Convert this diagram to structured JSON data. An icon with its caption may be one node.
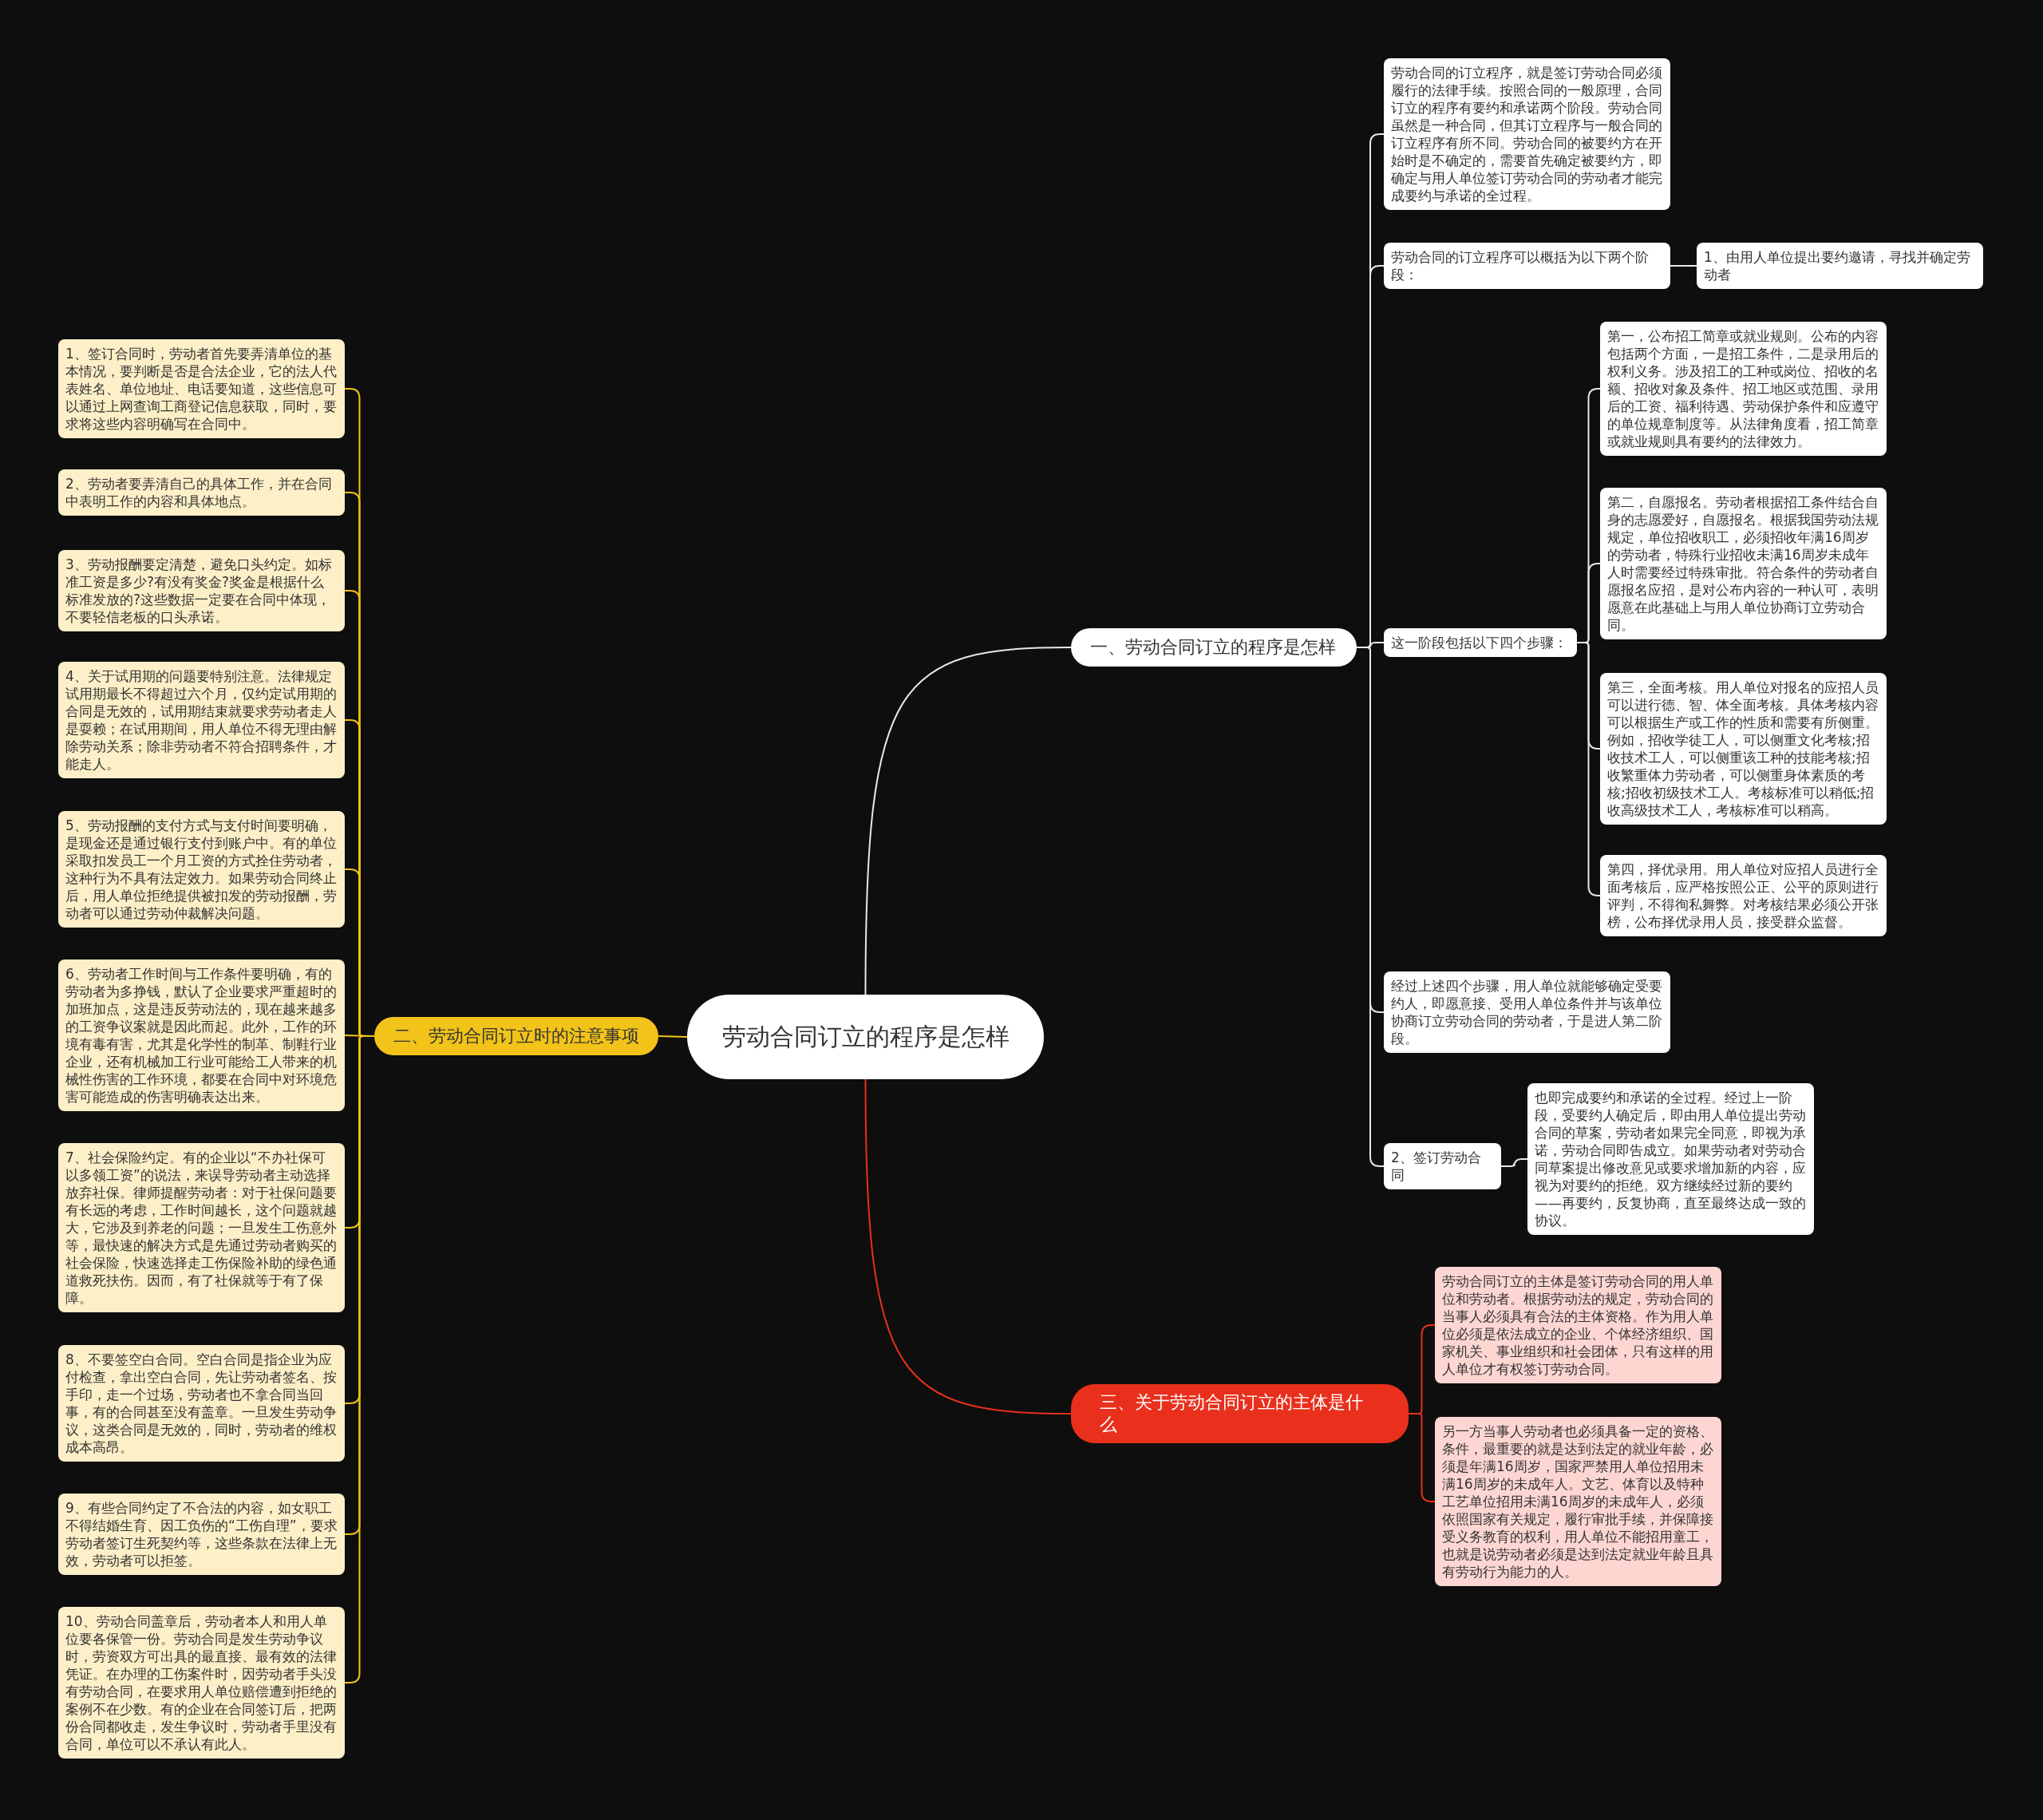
{
  "diagram": {
    "nodes": [
      {
        "text": [
          "劳动合同订立的程序是怎样"
        ]
      },
      {
        "text": [
          "一、劳动合同订立的程序是怎样"
        ]
      },
      {
        "text": [
          "二、劳动合同订立时的注意事项"
        ]
      },
      {
        "text": [
          "三、关于劳动合同订立的主体是什么"
        ]
      },
      {
        "text": [
          "劳动合同的订立程序，就是签订劳动合同必须履行的法律手续。按照合同的一般原理，合同订立的程序有要约和承诺两个阶段。劳动合同虽然是一种合同，但其订立程序与一般合同的订立程序有所不同。劳动合同的被要约方在开始时是不确定的，需要首先确定被要约方，即确定与用人单位签订劳动合同的劳动者才能完成要约与承诺的全过程。"
        ]
      },
      {
        "text": [
          "劳动合同的订立程序可以概括为以下两个阶段："
        ]
      },
      {
        "text": [
          "1、由用人单位提出要约邀请，寻找并确定劳动者"
        ]
      },
      {
        "text": [
          "这一阶段包括以下四个步骤："
        ]
      },
      {
        "text": [
          "第一，公布招工简章或就业规则。公布的内容包括两个方面，一是招工条件，二是录用后的权利义务。涉及招工的工种或岗位、招收的名额、招收对象及条件、招工地区或范围、录用后的工资、福利待遇、劳动保护条件和应遵守的单位规章制度等。从法律角度看，招工简章或就业规则具有要约的法律效力。"
        ]
      },
      {
        "text": [
          "第二，自愿报名。劳动者根据招工条件结合自身的志愿爱好，自愿报名。根据我国劳动法规规定，单位招收职工，必须招收年满16周岁的劳动者，特殊行业招收未满16周岁未成年人时需要经过特殊审批。符合条件的劳动者自愿报名应招，是对公布内容的一种认可，表明愿意在此基础上与用人单位协商订立劳动合同。"
        ]
      },
      {
        "text": [
          "第三，全面考核。用人单位对报名的应招人员可以进行德、智、体全面考核。具体考核内容可以根据生产或工作的性质和需要有所侧重。例如，招收学徒工人，可以侧重文化考核;招收技术工人，可以侧重该工种的技能考核;招收繁重体力劳动者，可以侧重身体素质的考核;招收初级技术工人。考核标准可以稍低;招收高级技术工人，考核标准可以稍高。"
        ]
      },
      {
        "text": [
          "第四，择优录用。用人单位对应招人员进行全面考核后，应严格按照公正、公平的原则进行评判，不得徇私舞弊。对考核结果必须公开张榜，公布择优录用人员，接受群众监督。"
        ]
      },
      {
        "text": [
          "经过上述四个步骤，用人单位就能够确定受要约人，即愿意接、受用人单位条件并与该单位协商订立劳动合同的劳动者，于是进人第二阶段。"
        ]
      },
      {
        "text": [
          "2、签订劳动合同"
        ]
      },
      {
        "text": [
          "也即完成要约和承诺的全过程。经过上一阶段，受要约人确定后，即由用人单位提出劳动合同的草案，劳动者如果完全同意，即视为承诺，劳动合同即告成立。如果劳动者对劳动合同草案提出修改意见或要求增加新的内容，应视为对要约的拒绝。双方继续经过新的要约——再要约，反复协商，直至最终达成一致的协议。"
        ]
      },
      {
        "text": [
          "劳动合同订立的主体是签订劳动合同的用人单位和劳动者。根据劳动法的规定，劳动合同的当事人必须具有合法的主体资格。作为用人单位必须是依法成立的企业、个体经济组织、国家机关、事业组织和社会团体，只有这样的用人单位才有权签订劳动合同。"
        ]
      },
      {
        "text": [
          "另一方当事人劳动者也必须具备一定的资格、条件，最重要的就是达到法定的就业年龄，必须是年满16周岁，国家严禁用人单位招用未满16周岁的未成年人。文艺、体育以及特种工艺单位招用未满16周岁的未成年人，必须依照国家有关规定，履行审批手续，并保障接受义务教育的权利，用人单位不能招用童工，也就是说劳动者必须是达到法定就业年龄且具有劳动行为能力的人。"
        ]
      },
      {
        "text": [
          "1、签订合同时，劳动者首先要弄清单位的基本情况，要判断是否是合法企业，它的法人代表姓名、单位地址、电话要知道，这些信息可以通过上网查询工商登记信息获取，同时，要求将这些内容明确写在合同中。"
        ]
      },
      {
        "text": [
          "2、劳动者要弄清自己的具体工作，并在合同中表明工作的内容和具体地点。"
        ]
      },
      {
        "text": [
          "3、劳动报酬要定清楚，避免口头约定。如标准工资是多少?有没有奖金?奖金是根据什么标准发放的?这些数据一定要在合同中体现，不要轻信老板的口头承诺。"
        ]
      },
      {
        "text": [
          "4、关于试用期的问题要特别注意。法律规定试用期最长不得超过六个月，仅约定试用期的合同是无效的，试用期结束就要求劳动者走人是耍赖；在试用期间，用人单位不得无理由解除劳动关系；除非劳动者不符合招聘条件，才能走人。"
        ]
      },
      {
        "text": [
          "5、劳动报酬的支付方式与支付时间要明确，是现金还是通过银行支付到账户中。有的单位采取扣发员工一个月工资的方式拴住劳动者，这种行为不具有法定效力。如果劳动合同终止后，用人单位拒绝提供被扣发的劳动报酬，劳动者可以通过劳动仲裁解决问题。"
        ]
      },
      {
        "text": [
          "6、劳动者工作时间与工作条件要明确，有的劳动者为多挣钱，默认了企业要求严重超时的加班加点，这是违反劳动法的，现在越来越多的工资争议案就是因此而起。此外，工作的环境有毒有害，尤其是化学性的制革、制鞋行业企业，还有机械加工行业可能给工人带来的机械性伤害的工作环境，都要在合同中对环境危害可能造成的伤害明确表达出来。"
        ]
      },
      {
        "text": [
          "7、社会保险约定。有的企业以“不办社保可以多领工资”的说法，来误导劳动者主动选择放弃社保。律师提醒劳动者：对于社保问题要有长远的考虑，工作时间越长，这个问题就越大，它涉及到养老的问题；一旦发生工伤意外等，最快速的解决方式是先通过劳动者购买的社会保险，快速选择走工伤保险补助的绿色通道救死扶伤。因而，有了社保就等于有了保障。"
        ]
      },
      {
        "text": [
          "8、不要签空白合同。空白合同是指企业为应付检查，拿出空白合同，先让劳动者签名、按手印，走一个过场，劳动者也不拿合同当回事，有的合同甚至没有盖章。一旦发生劳动争议，这类合同是无效的，同时，劳动者的维权成本高昂。"
        ]
      },
      {
        "text": [
          "9、有些合同约定了不合法的内容，如女职工不得结婚生育、因工负伤的“工伤自理”，要求劳动者签订生死契约等，这些条款在法律上无效，劳动者可以拒签。"
        ]
      },
      {
        "text": [
          "10、劳动合同盖章后，劳动者本人和用人单位要各保管一份。劳动合同是发生劳动争议时，劳资双方可出具的最直接、最有效的法律凭证。在办理的工伤案件时，因劳动者手头没有劳动合同，在要求用人单位赔偿遭到拒绝的案例不在少数。有的企业在合同签订后，把两份合同都收走，发生争议时，劳动者手里没有合同，单位可以不承认有此人。"
        ]
      }
    ],
    "edges": [
      {
        "from": 0,
        "to": 1,
        "arrow": "none"
      },
      {
        "from": 0,
        "to": 2,
        "arrow": "none",
        "color": "#f2c318"
      },
      {
        "from": 0,
        "to": 3,
        "arrow": "none",
        "color": "#e8301c"
      },
      {
        "from": 1,
        "to": 4,
        "arrow": "none"
      },
      {
        "from": 1,
        "to": 5,
        "arrow": "none"
      },
      {
        "from": 5,
        "to": 6,
        "arrow": "none"
      },
      {
        "from": 1,
        "to": 7,
        "arrow": "none"
      },
      {
        "from": 7,
        "to": 8,
        "arrow": "none"
      },
      {
        "from": 7,
        "to": 9,
        "arrow": "none"
      },
      {
        "from": 7,
        "to": 10,
        "arrow": "none"
      },
      {
        "from": 7,
        "to": 11,
        "arrow": "none"
      },
      {
        "from": 1,
        "to": 12,
        "arrow": "none"
      },
      {
        "from": 1,
        "to": 13,
        "arrow": "none"
      },
      {
        "from": 13,
        "to": 14,
        "arrow": "none"
      },
      {
        "from": 3,
        "to": 15,
        "arrow": "none",
        "color": "#e8301c"
      },
      {
        "from": 3,
        "to": 16,
        "arrow": "none",
        "color": "#e8301c"
      },
      {
        "from": 2,
        "to": 17,
        "arrow": "none",
        "color": "#f2c318"
      },
      {
        "from": 2,
        "to": 18,
        "arrow": "none",
        "color": "#f2c318"
      },
      {
        "from": 2,
        "to": 19,
        "arrow": "none",
        "color": "#f2c318"
      },
      {
        "from": 2,
        "to": 20,
        "arrow": "none",
        "color": "#f2c318"
      },
      {
        "from": 2,
        "to": 21,
        "arrow": "none",
        "color": "#f2c318"
      },
      {
        "from": 2,
        "to": 22,
        "arrow": "none",
        "color": "#f2c318"
      },
      {
        "from": 2,
        "to": 23,
        "arrow": "none",
        "color": "#f2c318"
      },
      {
        "from": 2,
        "to": 24,
        "arrow": "none",
        "color": "#f2c318"
      },
      {
        "from": 2,
        "to": 25,
        "arrow": "none",
        "color": "#f2c318"
      },
      {
        "from": 2,
        "to": 26,
        "arrow": "none",
        "color": "#f2c318"
      }
    ]
  }
}
